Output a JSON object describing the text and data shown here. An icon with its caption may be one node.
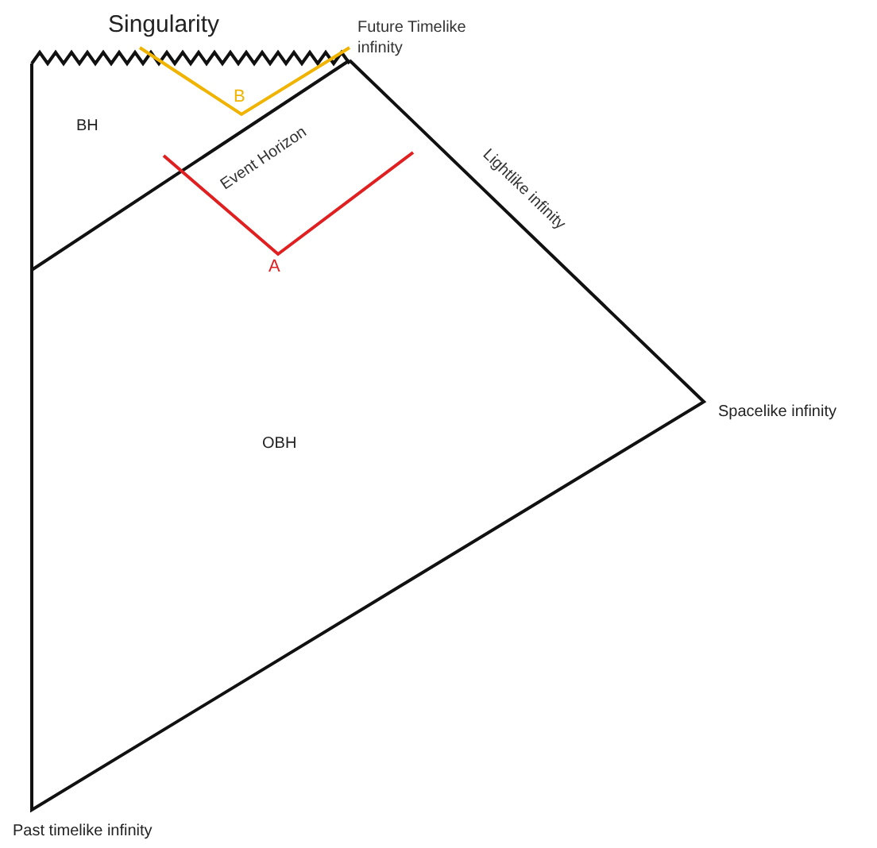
{
  "diagram": {
    "labels": [
      "Singularity",
      "Future Timelike infinity",
      "BH",
      "B",
      "Event Horizon",
      "Lightlike infinity",
      "A",
      "Spacelike infinity",
      "OBH",
      "Past timelike infinity"
    ]
  }
}
